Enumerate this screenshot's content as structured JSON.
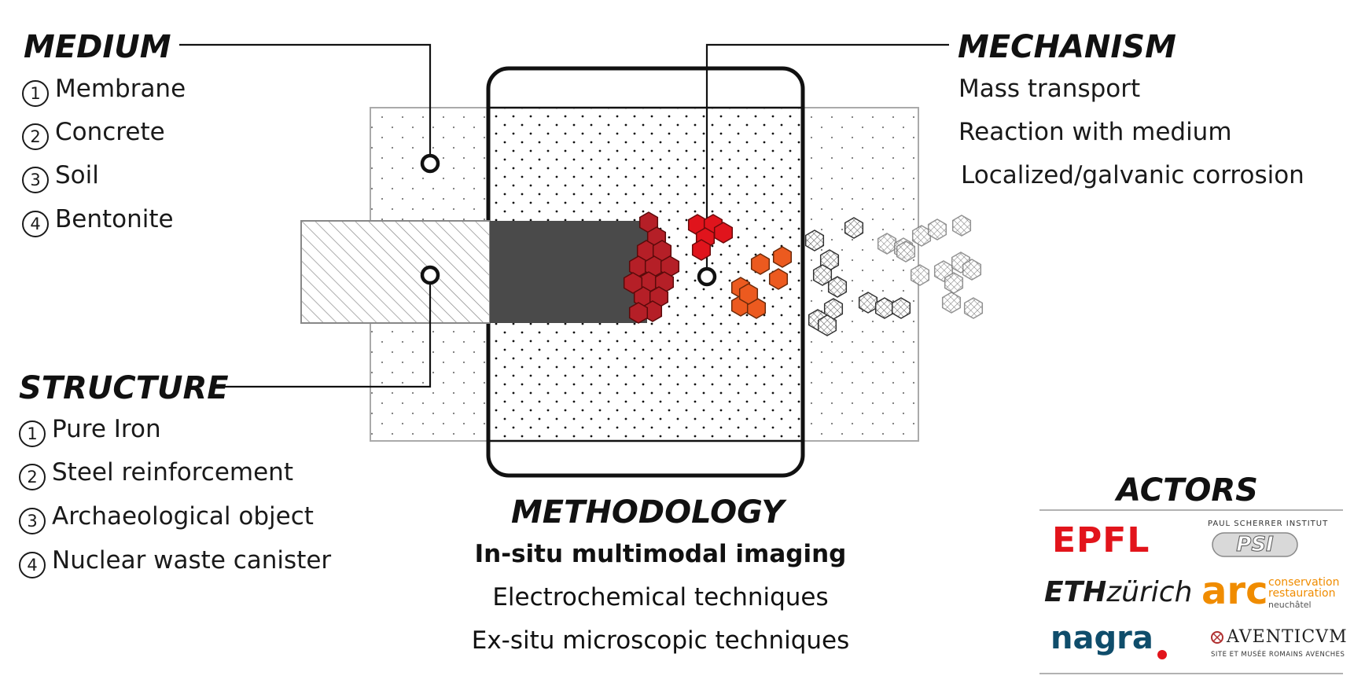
{
  "medium": {
    "title": "MEDIUM",
    "items": [
      {
        "num": "1",
        "label": "Membrane"
      },
      {
        "num": "2",
        "label": "Concrete"
      },
      {
        "num": "3",
        "label": "Soil"
      },
      {
        "num": "4",
        "label": "Bentonite"
      }
    ]
  },
  "structure": {
    "title": "STRUCTURE",
    "items": [
      {
        "num": "1",
        "label": "Pure Iron"
      },
      {
        "num": "2",
        "label": "Steel reinforcement"
      },
      {
        "num": "3",
        "label": "Archaeological object"
      },
      {
        "num": "4",
        "label": "Nuclear waste canister"
      }
    ]
  },
  "mechanism": {
    "title": "MECHANISM",
    "items": [
      "Mass transport",
      "Reaction with medium",
      "Localized/galvanic corrosion"
    ]
  },
  "methodology": {
    "title": "METHODOLOGY",
    "items": [
      "In-situ multimodal imaging",
      "Electrochemical techniques",
      "Ex-situ microscopic techniques"
    ]
  },
  "actors": {
    "title": "ACTORS",
    "logos": {
      "epfl": "EPFL",
      "psi_top": "PAUL SCHERRER INSTITUT",
      "psi": "PSI",
      "eth_a": "ETH",
      "eth_b": "zürich",
      "arc": "arc",
      "arc_line1": "conservation",
      "arc_line2": "restauration",
      "arc_line3": "neuchâtel",
      "nagra": "nagra",
      "aventicum": "AVENTICVM",
      "aventicum_sub": "SITE ET MUSÉE ROMAINS AVENCHES"
    }
  },
  "colors": {
    "dark_red": "#b51f27",
    "bright_red": "#e0141c",
    "orange": "#ec5a1f",
    "metal": "#4a4a4a",
    "epfl_red": "#e2141b",
    "arc_orange": "#f08c00",
    "nagra_blue": "#0f4d6b"
  }
}
